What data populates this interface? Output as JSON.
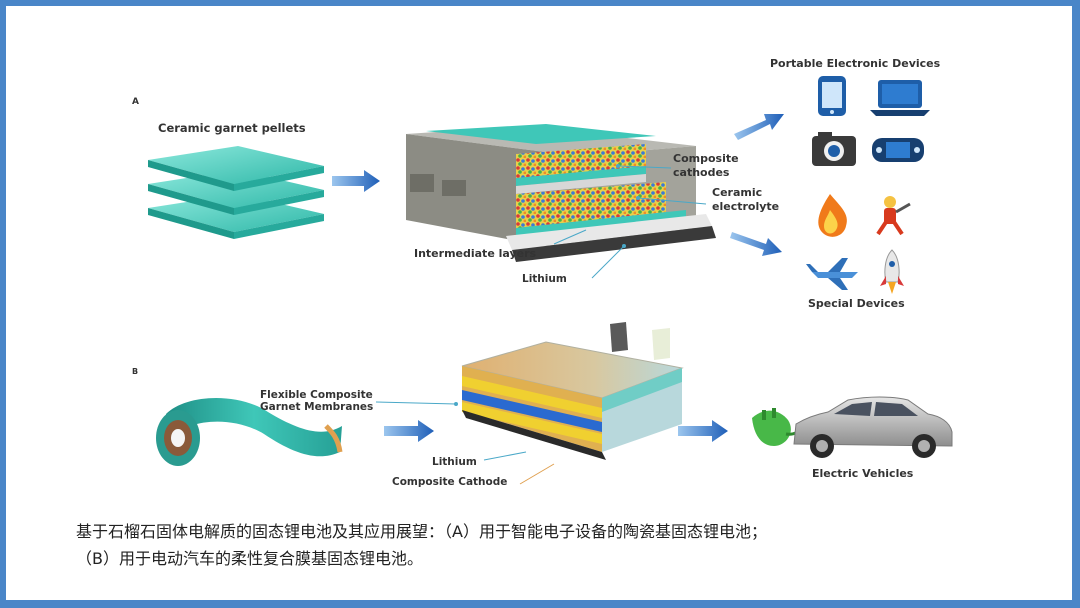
{
  "panel_a": {
    "letter": "A",
    "ceramic_label": "Ceramic garnet pellets",
    "composite_cathodes_line1": "Composite",
    "composite_cathodes_line2": "cathodes",
    "ceramic_electrolyte_line1": "Ceramic",
    "ceramic_electrolyte_line2": "electrolyte",
    "intermediate_layers": "Intermediate layers",
    "lithium": "Lithium",
    "portable_title": "Portable Electronic Devices",
    "special_title": "Special Devices",
    "portable_icons": [
      "smartphone-icon",
      "laptop-icon",
      "camera-icon",
      "game-console-icon"
    ],
    "special_icons": [
      "flame-icon",
      "firefighter-icon",
      "airplane-icon",
      "rocket-icon"
    ]
  },
  "panel_b": {
    "letter": "B",
    "flexible_line1": "Flexible Composite",
    "flexible_line2": "Garnet Membranes",
    "lithium": "Lithium",
    "composite_cathode": "Composite Cathode",
    "electric_vehicles": "Electric Vehicles",
    "vehicle_icons": [
      "plug-icon",
      "car-icon"
    ]
  },
  "caption": {
    "line1": "基于石榴石固体电解质的固态锂电池及其应用展望：（A）用于智能电子设备的陶瓷基固态锂电池；",
    "line2": "（B）用于电动汽车的柔性复合膜基固态锂电池。"
  },
  "colors": {
    "frame_border": "#4a86c8",
    "teal": "#3fc7b8",
    "arrow_blue": "#2f6fc4",
    "icon_blue": "#1e5ea8"
  }
}
